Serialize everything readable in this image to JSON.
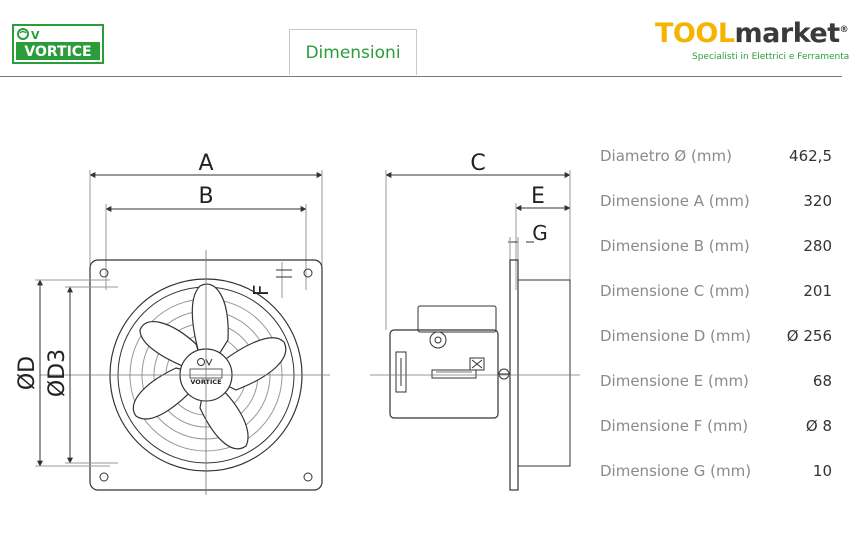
{
  "brand": {
    "vortice_text": "VORTICE",
    "vortice_mark": "V",
    "vortice_color": "#2a9d3a",
    "toolmarket_tool": "TOOL",
    "toolmarket_market": "market",
    "toolmarket_reg": "®",
    "toolmarket_tagline": "Specialisti in Elettrici e Ferramenta",
    "toolmarket_color": "#f4b400"
  },
  "header": {
    "tab_label": "Dimensioni"
  },
  "drawing": {
    "labels": {
      "a": "A",
      "b": "B",
      "c": "C",
      "e": "E",
      "g": "G",
      "f": "F",
      "d": "ØD",
      "d3": "ØD3"
    },
    "hub_text": "VORTICE"
  },
  "specs": [
    {
      "label": "Diametro Ø (mm)",
      "value": "462,5"
    },
    {
      "label": "Dimensione A (mm)",
      "value": "320"
    },
    {
      "label": "Dimensione B (mm)",
      "value": "280"
    },
    {
      "label": "Dimensione C (mm)",
      "value": "201"
    },
    {
      "label": "Dimensione D (mm)",
      "value": "Ø 256"
    },
    {
      "label": "Dimensione E (mm)",
      "value": "68"
    },
    {
      "label": "Dimensione F (mm)",
      "value": "Ø 8"
    },
    {
      "label": "Dimensione G (mm)",
      "value": "10"
    }
  ]
}
